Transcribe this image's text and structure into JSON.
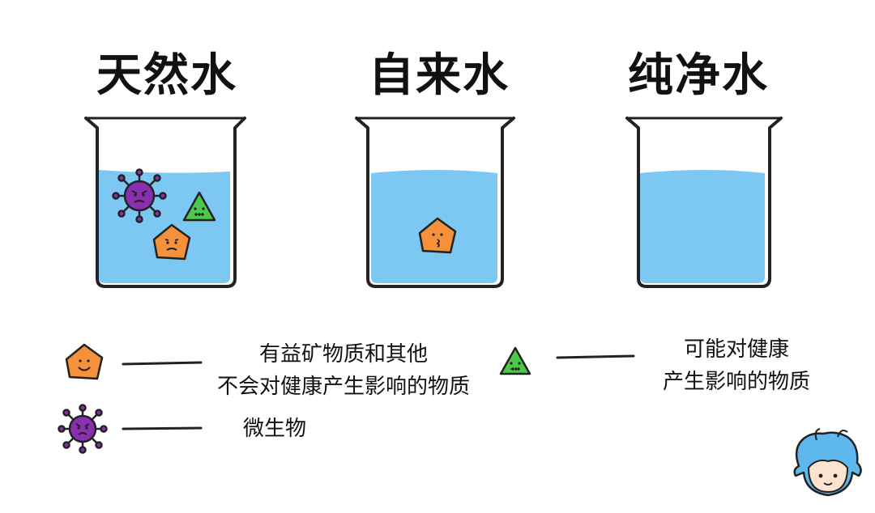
{
  "titles": {
    "natural": "天然水",
    "tap": "自来水",
    "pure": "纯净水"
  },
  "legend": {
    "pentagon_line1": "有益矿物质和其他",
    "pentagon_line2": "不会对健康产生影响的物质",
    "triangle_line1": "可能对健康",
    "triangle_line2": "产生影响的物质",
    "virus": "微生物"
  },
  "colors": {
    "water": "#7cc8f2",
    "pentagon": "#f5913a",
    "triangle": "#4cc94a",
    "virus": "#8a2fb0",
    "outline": "#222222"
  },
  "icons": {
    "pentagon": "smiling-pentagon-icon",
    "triangle": "worried-triangle-icon",
    "virus": "angry-virus-icon",
    "mascot": "blue-haired-mascot-icon"
  }
}
